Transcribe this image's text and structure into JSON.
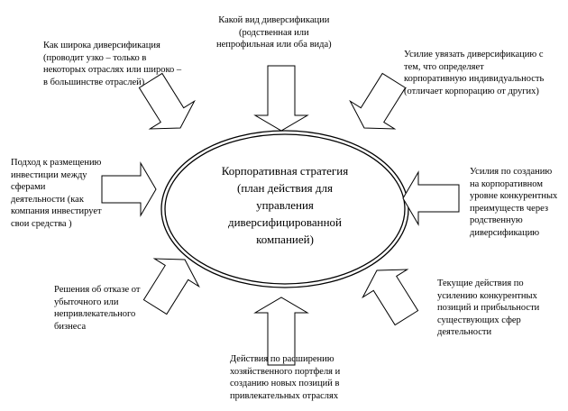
{
  "center": {
    "lines": [
      "Корпоративная стратегия",
      "(план действия для",
      "управления",
      "диверсифицированной",
      "компанией)"
    ]
  },
  "labels": {
    "top": [
      "Какой вид диверсификации",
      "(родственная или",
      "непрофильная или оба вида)"
    ],
    "top_left": [
      "Как широка диверсификация",
      "(проводит узко – только в",
      "некоторых отраслях или широко –",
      "в большинстве отраслей)"
    ],
    "top_right": [
      "Усилие увязать диверсификацию с",
      "тем, что определяет",
      "корпоративную индивидуальность",
      "(отличает корпорацию от других)"
    ],
    "left": [
      "Подход к размещению",
      "инвестиции между",
      "сферами",
      "деятельности (как",
      "компания инвестирует",
      "свои средства )"
    ],
    "right": [
      "Усилия по созданию",
      "на корпоративном",
      "уровне конкурентных",
      "преимуществ через",
      "родственную",
      "диверсификацию"
    ],
    "bottom_left": [
      "Решения об отказе от",
      "убыточного или",
      "непривлекательного",
      "бизнеса"
    ],
    "bottom_right": [
      "Текущие действия по",
      "усилению конкурентных",
      "позиций и прибыльности",
      "существующих сфер",
      "деятельности"
    ],
    "bottom": [
      "Действия по расширению",
      "хозяйственного портфеля и",
      "созданию новых позиций в",
      "привлекательных отраслях"
    ]
  }
}
